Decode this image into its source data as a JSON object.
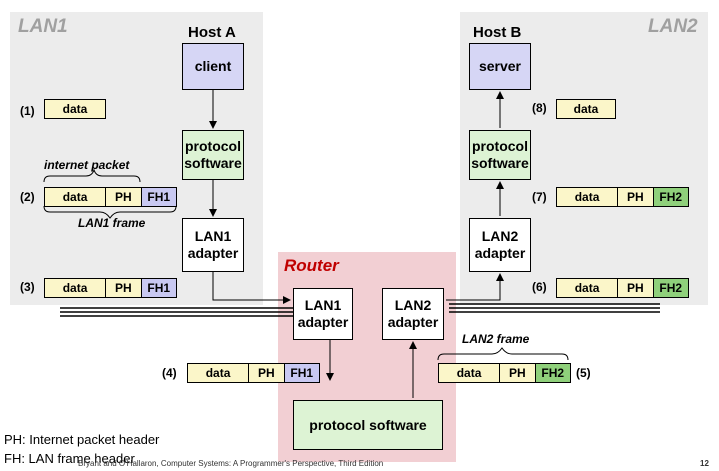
{
  "lan1": {
    "label": "LAN1",
    "host_title": "Host A",
    "client": "client",
    "protocol": "protocol software",
    "adapter": "LAN1 adapter"
  },
  "lan2": {
    "label": "LAN2",
    "host_title": "Host B",
    "server": "server",
    "protocol": "protocol software",
    "adapter": "LAN2 adapter"
  },
  "router": {
    "label": "Router",
    "adapter1": "LAN1 adapter",
    "adapter2": "LAN2 adapter",
    "protocol": "protocol software"
  },
  "steps": {
    "s1": "(1)",
    "s2": "(2)",
    "s3": "(3)",
    "s4": "(4)",
    "s5": "(5)",
    "s6": "(6)",
    "s7": "(7)",
    "s8": "(8)"
  },
  "fields": {
    "data": "data",
    "ph": "PH",
    "fh1": "FH1",
    "fh2": "FH2"
  },
  "annotations": {
    "internet_packet": "internet packet",
    "lan1_frame": "LAN1 frame",
    "lan2_frame": "LAN2 frame"
  },
  "legend": {
    "ph": "PH: Internet packet header",
    "fh": "FH: LAN frame header"
  },
  "credit": "Bryant and O'Hallaron, Computer Systems: A Programmer's Perspective, Third Edition",
  "page_number": "12",
  "colors": {
    "lan_panel": "#ececec",
    "router_panel": "#f2cfd3",
    "client_box": "#d6d6f5",
    "protocol_box": "#ddf3d4",
    "fh1": "#c9c9f2",
    "fh2": "#8fd07b",
    "data": "#fbf6c9"
  }
}
